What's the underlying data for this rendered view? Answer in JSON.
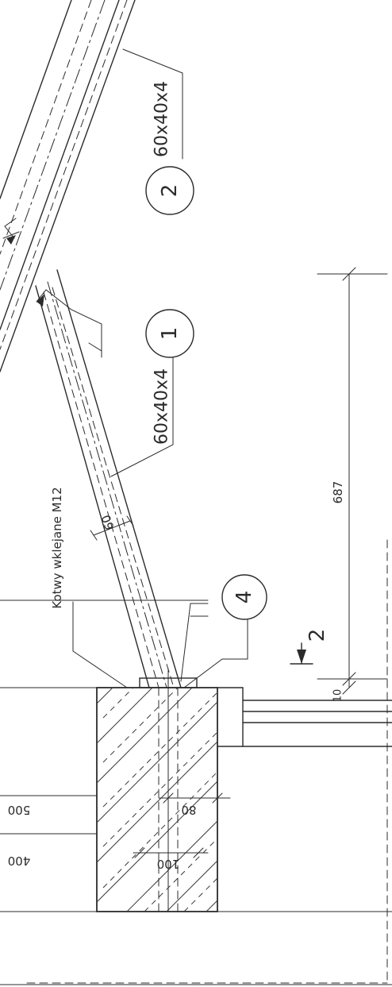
{
  "drawing": {
    "members": [
      {
        "number": "1",
        "profile": "60x40x4"
      },
      {
        "number": "2",
        "profile": "60x40x4"
      },
      {
        "number": "4",
        "profile": ""
      }
    ],
    "anchor_note": "Kotwy wklejane M12",
    "section_marker": "2",
    "dimensions": {
      "height_687": "687",
      "base_10": "10",
      "member_width_60": "60",
      "anchor_offset_80": "80",
      "anchor_spacing_100": "100",
      "pier_width_400": "400",
      "pier_width_500": "500"
    }
  }
}
